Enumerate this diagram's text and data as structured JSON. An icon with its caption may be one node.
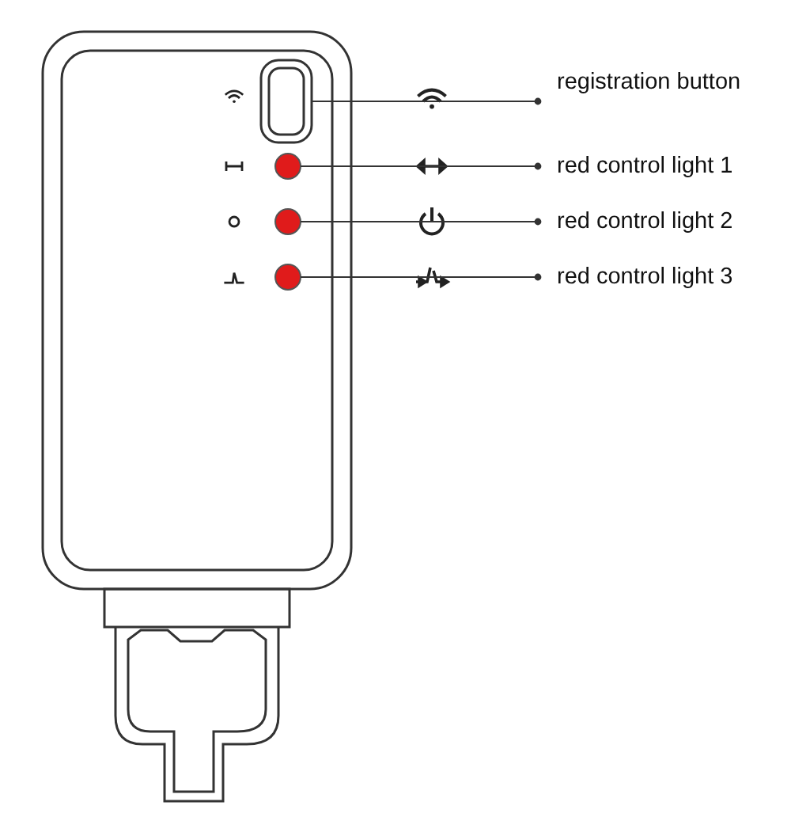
{
  "diagram": {
    "nodes": [
      {
        "text": [],
        "shape": "box"
      },
      {
        "text": [],
        "shape": "circle"
      },
      {
        "text": [],
        "shape": "circle"
      },
      {
        "text": [],
        "shape": "circle"
      },
      {
        "text": [
          "registration button"
        ]
      },
      {
        "text": [
          "red control light 1"
        ]
      },
      {
        "text": [
          "red control light 2"
        ]
      },
      {
        "text": [
          "red control light 3"
        ]
      }
    ],
    "edges": [
      {
        "from": 0,
        "to": 4,
        "arrow": "other"
      },
      {
        "from": 1,
        "to": 5,
        "arrow": "other"
      },
      {
        "from": 2,
        "to": 6,
        "arrow": "other"
      },
      {
        "from": 3,
        "to": 7,
        "arrow": "other"
      }
    ]
  }
}
